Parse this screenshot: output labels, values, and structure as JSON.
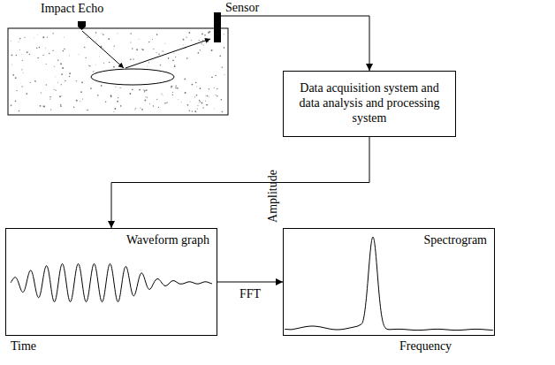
{
  "diagram": {
    "nodes": [
      {
        "text": [
          "Sensor"
        ]
      },
      {
        "text": [
          "Data acquisition system and data analysis and processing system"
        ]
      },
      {
        "text": [
          "Waveform graph"
        ]
      },
      {
        "text": [
          "Spectrogram"
        ]
      }
    ],
    "edges": [
      {
        "from": 0,
        "to": 1,
        "arrow": "to"
      },
      {
        "from": 1,
        "to": 2,
        "arrow": "to"
      },
      {
        "from": 2,
        "to": 3,
        "arrow": "to",
        "label": "FFT"
      }
    ],
    "labels": [
      "Impact Echo",
      "Time",
      "Frequency",
      "Amplitude"
    ]
  }
}
